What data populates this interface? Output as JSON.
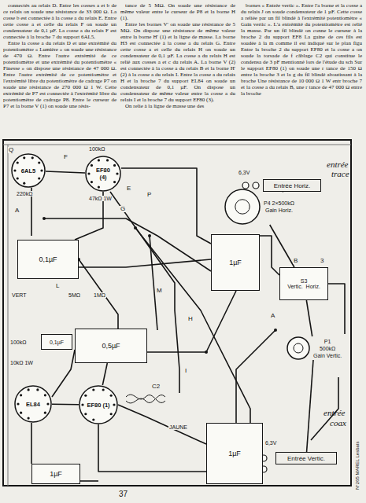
{
  "diagram": {
    "nodes": [
      {
        "text": [
          "0,1µF"
        ]
      },
      {
        "text": [
          "1µF"
        ]
      },
      {
        "text": [
          "0,5µF"
        ]
      },
      {
        "text": [
          "0,1µF"
        ]
      },
      {
        "text": [
          "1µF"
        ]
      },
      {
        "text": [
          "1µF"
        ]
      },
      {
        "text": [
          "P4 2×500kΩ",
          "Gain Horiz."
        ]
      },
      {
        "text": [
          "S3",
          "Vertic.",
          "Horiz."
        ]
      },
      {
        "text": [
          "P1",
          "500kΩ",
          "Gain Vertic."
        ]
      },
      {
        "text": [
          "EF80",
          "(4)"
        ]
      },
      {
        "text": [
          "EF80 (1)"
        ]
      },
      {
        "text": [
          "EL84"
        ]
      },
      {
        "text": [
          "6AL5"
        ]
      },
      {
        "text": [
          "Entrée Horiz."
        ]
      },
      {
        "text": [
          "Entrée Vertic."
        ]
      }
    ],
    "edges": [
      {
        "from": 13,
        "to": 6,
        "arrow": "none"
      },
      {
        "from": 6,
        "to": 7,
        "arrow": "none"
      },
      {
        "from": 7,
        "to": 8,
        "arrow": "none"
      },
      {
        "from": 8,
        "to": 14,
        "arrow": "none"
      },
      {
        "from": 12,
        "to": 9,
        "arrow": "none"
      },
      {
        "from": 2,
        "to": 10,
        "arrow": "none"
      },
      {
        "from": 11,
        "to": 10,
        "arrow": "none"
      }
    ],
    "labels": [
      "connectés au relais D. Entre les cosses a et b de ce relais on soude une résistance de 33 000 Ω. La cosse b est connectée à la cosse a du relais E. Entre cette cosse a et celle du relais F on soude un condensateur de 0,1 µF. La cosse a du relais F est connectée à la broche 7 du support 6AL5.",
      "Entre la cosse a du relais D et une extrémité du potentiomètre « Lumière » on soude une résistance de 470 Ω. Entre l'autre extrémité de ce potentiomètre et une extrémité du potentiomètre « Finesse » on dispose une résistance de 47 000 Ω. Entre l'autre extrémité de ce potentiomètre et l'extrémité libre du potentiomètre de cadrage P7 on soude une résistance de 270 000 Ω 1 W. Cette extrémité de P7 est connectée à l'extrémité libre du potentiomètre de cadrage P8. Entre le curseur de P7 et la borne V (1) on soude une résis-",
      "tance de 5 MΩ. On soude une résistance de même valeur entre le curseur de P8 et la borne H (1).",
      "Entre les bornes V' on soude une résistance de 5 MΩ. On dispose une résistance de même valeur entre la borne H' (1) et la ligne de masse. La borne H3 est connectée à la cosse a du relais G. Entre cette cosse a et celle du relais H on soude un condensateur de 0,1 µF. La cosse a du relais H est relié aux cosses a et c du relais A. La borne V (2) est connectée à la cosse a du relais B et la borne H' (2) à la cosse a du relais I. Entre la cosse a du relais H et la broche 7 du support EL84 on soude un condensateur de 0,1 µF. On dispose un condensateur de même valeur entre la cosse a du relais I et la broche 7 du support EF80 (3).",
      "On relie à la ligne de masse une des",
      "bornes « Entrée vertic ». Entre l'a borne et la cosse a du relais J on soude condensateur de 1 µF. Cette cosse a reliée par un fil blindé à l'extrémité potentiomètre « Gain vertic ». L'a extrémité du potentiomètre est relié la masse. Par un fil blindé on conne le curseur à la broche 2 du support EF8 La gaine de ces fils est soudée à la m comme il est indiqué sur le plan figu Entre la broche 2 du support EF80 et la cosse a on soude la torsade de f câblage C2 qui constitue le condensa de 3 pF mentionné lors de l'étude du sch Sur le support EF80 (1) on soude une r tance de 150 Ω entre la broche 3 et la g du fil blindé aboutissant à la broche Une résistance de 10 000 Ω 1 W entr broche 7 et la cosse a du relais B, une r tance de 47 000 Ω entre la broche",
      "Q",
      "100kΩ",
      "47kΩ 1W",
      "220kΩ",
      "F",
      "E",
      "P",
      "G",
      "A",
      "L",
      "5MΩ",
      "1MΩ",
      "VERT",
      "M",
      "H",
      "I",
      "100kΩ",
      "10kΩ 1W",
      "C2",
      "JAUNE",
      "6,3V",
      "6,3V",
      "B",
      "3",
      "A",
      "entrée",
      "trace",
      "entrée",
      "coax",
      "N°265 MAREL Lesbats",
      "37"
    ]
  }
}
